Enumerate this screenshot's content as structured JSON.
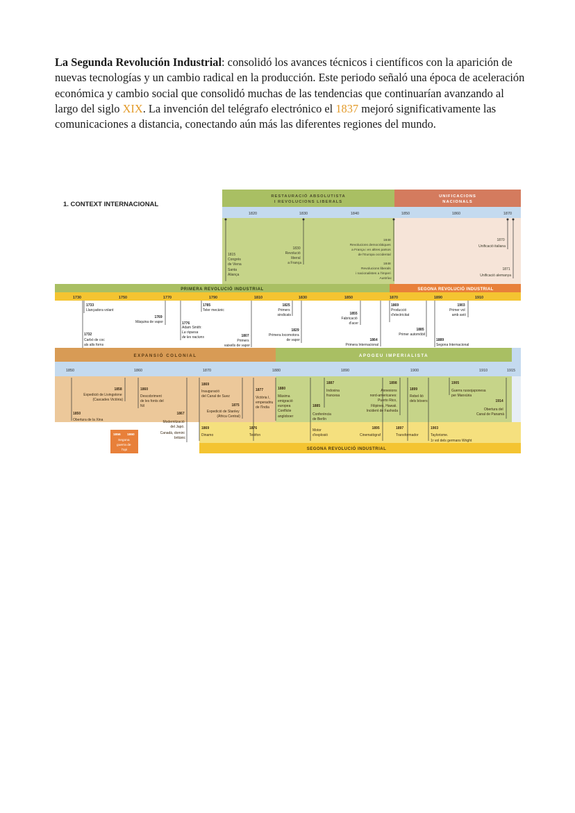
{
  "paragraph": {
    "bold_lead": "La Segunda Revolución Industrial",
    "t1": ": consolidó los avances técnicos i científicos con la aparición de nuevas tecnologías y un cambio radical en la producción. Este periodo señaló una época de aceleración económica y cambio social que consolidó muchas de las tendencias que continuarían avanzando al largo del siglo ",
    "siglo": "XIX",
    "t2": ". La invención del telégrafo electrónico el ",
    "year": "1837",
    "t3": " mejoró significativamente las comunicaciones a distancia, conectando aún más las diferentes regiones del mundo."
  },
  "timeline": {
    "section_title": "1. CONTEXT INTERNACIONAL",
    "colors": {
      "green": "#a9bf63",
      "lightgreen": "#c6d489",
      "salmon": "#d47b5e",
      "peach": "#f6e4d8",
      "blue": "#c4daef",
      "yellow": "#f4c431",
      "orange": "#e8803a",
      "tan": "#ecc89a",
      "yellowpale": "#f5e07e"
    },
    "top": {
      "period_a_line1": "RESTAURACIÓ ABSOLUTISTA",
      "period_a_line2": "I REVOLUCIONS LIBERALS",
      "period_b_line1": "UNIFICACIONS",
      "period_b_line2": "NACIONALS",
      "ticks": [
        "1820",
        "1830",
        "1840",
        "1850",
        "1860",
        "1870"
      ],
      "events": [
        {
          "lines": [
            "1815",
            "Congrés",
            "de Viena",
            "Santa",
            "Aliança"
          ]
        },
        {
          "lines": [
            "1830",
            "Revolució",
            "liberal",
            "a França"
          ]
        },
        {
          "lines": [
            "1848",
            "Revolucions democràtiques",
            "a França i en altres països",
            "de l'Europa occidental",
            "1848",
            "Revolucions liberals",
            "i nacionalistes a l'imperi",
            "Austríac"
          ]
        },
        {
          "lines": [
            "1870",
            "Unificació italiana"
          ]
        },
        {
          "lines": [
            "1871",
            "Unificació alemanya"
          ]
        }
      ]
    },
    "middle": {
      "band_a": "PRIMERA REVOLUCIÓ INDUSTRIAL",
      "band_b": "SEGONA REVOLUCIÓ INDUSTRIAL",
      "ticks": [
        "1730",
        "1750",
        "1770",
        "1790",
        "1810",
        "1830",
        "1850",
        "1870",
        "1890",
        "1910"
      ],
      "events": [
        {
          "lines": [
            "1733",
            "Llançadora volant"
          ]
        },
        {
          "lines": [
            "1769",
            "Màquina de vapor"
          ]
        },
        {
          "lines": [
            "1732",
            "Carbó de coc",
            "als alts forns"
          ]
        },
        {
          "lines": [
            "1776",
            "Adam Smith:",
            "La riquesa",
            "de les nacions"
          ]
        },
        {
          "lines": [
            "1785",
            "Teler mecànic"
          ]
        },
        {
          "lines": [
            "1807",
            "Primers",
            "vaixells de vapor"
          ]
        },
        {
          "lines": [
            "1825",
            "Primers",
            "sindicats"
          ]
        },
        {
          "lines": [
            "1829",
            "Primera locomotora",
            "de vapor"
          ]
        },
        {
          "lines": [
            "1855",
            "Fabricació",
            "d'acer"
          ]
        },
        {
          "lines": [
            "1864",
            "Primera Internacional"
          ]
        },
        {
          "lines": [
            "1869",
            "Producció",
            "d'electricitat"
          ]
        },
        {
          "lines": [
            "1885",
            "Primer automòbil"
          ]
        },
        {
          "lines": [
            "1903",
            "Primer vol",
            "amb avió"
          ]
        },
        {
          "lines": [
            "1889",
            "Segona Internacional"
          ]
        }
      ]
    },
    "bottom": {
      "band_a": "EXPANSIÓ COLONIAL",
      "band_b": "APOGEU IMPERIALISTA",
      "footer": "SEGONA REVOLUCIÓ INDUSTRIAL",
      "ticks": [
        "1850",
        "1860",
        "1870",
        "1880",
        "1890",
        "1900",
        "1910",
        "1915"
      ],
      "events": [
        {
          "lines": [
            "1858",
            "Expedició de Livingstone",
            "(Cascades Victòria)"
          ]
        },
        {
          "lines": [
            "1850",
            "Obertura de la Xina"
          ]
        },
        {
          "lines": [
            "1860",
            "Descobriment",
            "de les fonts del",
            "Nil"
          ]
        },
        {
          "lines": [
            "1867",
            "Modernització",
            "del Japó.",
            "Canadà, domini",
            "britànic"
          ]
        },
        {
          "lines": [
            "1869",
            "Inauguració",
            "del Canal de Suez"
          ]
        },
        {
          "lines": [
            "1875",
            "Expedició de Stanley",
            "(Àfrica Central)"
          ]
        },
        {
          "lines": [
            "1877",
            "Victòria I,",
            "emperadriu",
            "de l'Índia"
          ]
        },
        {
          "lines": [
            "1880",
            "Màxima",
            "emigració",
            "europea",
            "Conflicte",
            "angloboer"
          ]
        },
        {
          "lines": [
            "1887",
            "Indoxina",
            "francesa"
          ]
        },
        {
          "lines": [
            "1885",
            "Conferència",
            "de Berlín"
          ]
        },
        {
          "lines": [
            "1898",
            "Annexions",
            "nord-americanes:",
            "Puerto Rico,",
            "Filipines, Hawaii.",
            "Incident de Fashoda"
          ]
        },
        {
          "lines": [
            "1899",
            "Rebel·lió",
            "dels bòxers"
          ]
        },
        {
          "lines": [
            "1905",
            "Guerra russojaponesa",
            "per Manxúria"
          ]
        },
        {
          "lines": [
            "1914",
            "Obertura del",
            "Canal de Panamà"
          ]
        },
        {
          "lines": [
            "1856",
            "1860",
            "Segona",
            "guerra de",
            "l'opi"
          ]
        },
        {
          "lines": [
            "1869",
            "Dinamo"
          ]
        },
        {
          "lines": [
            "1876",
            "Telèfon"
          ]
        },
        {
          "lines": [
            "Motor",
            "d'explosió"
          ]
        },
        {
          "lines": [
            "1895",
            "Cinematògraf"
          ]
        },
        {
          "lines": [
            "1897",
            "Transformador"
          ]
        },
        {
          "lines": [
            "1903",
            "Taylorisme.",
            "1r vol dels germans Wright"
          ]
        }
      ]
    }
  }
}
